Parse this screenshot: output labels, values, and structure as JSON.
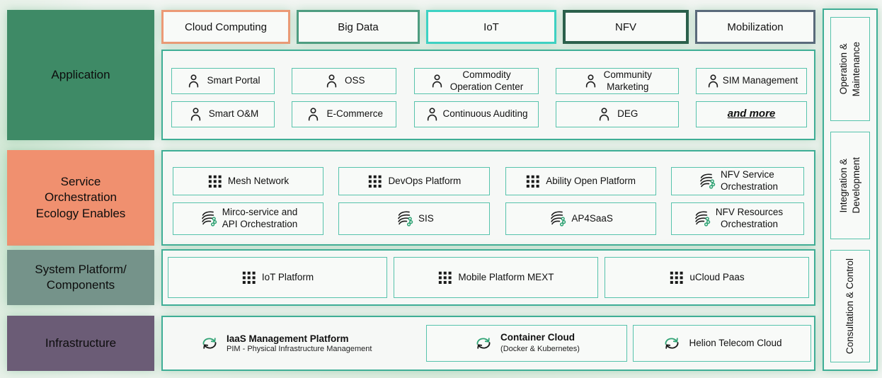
{
  "colors": {
    "container_border": "#3FAE96",
    "item_border": "#57C3AC",
    "cloud_computing_border": "#EC9A76",
    "big_data_border": "#4E9D81",
    "iot_border": "#3DD2C4",
    "nfv_border": "#2B5F4B",
    "mobilization_border": "#5A6A7B",
    "application_block": "#3E8A66",
    "service_block": "#F0906F",
    "system_block": "#75938A",
    "infrastructure_block": "#6B5C76",
    "flow_icon_accent": "#2FA374",
    "cloud_icon_accent": "#2FA374"
  },
  "left_column": {
    "items": [
      {
        "label": "Application",
        "bg": "#3E8A66"
      },
      {
        "label": "Service\nOrchestration\nEcology Enables",
        "bg": "#F0906F"
      },
      {
        "label": "System Platform/\nComponents",
        "bg": "#75938A"
      },
      {
        "label": "Infrastructure",
        "bg": "#6B5C76"
      }
    ]
  },
  "top_row": {
    "items": [
      {
        "label": "Cloud Computing",
        "border": "#EC9A76"
      },
      {
        "label": "Big Data",
        "border": "#4E9D81"
      },
      {
        "label": "IoT",
        "border": "#3DD2C4"
      },
      {
        "label": "NFV",
        "border": "#2B5F4B"
      },
      {
        "label": "Mobilization",
        "border": "#5A6A7B"
      }
    ]
  },
  "application": {
    "items": [
      {
        "label": "Smart Portal",
        "icon": "person-icon"
      },
      {
        "label": "OSS",
        "icon": "person-icon"
      },
      {
        "label": "Commodity\nOperation Center",
        "icon": "person-icon"
      },
      {
        "label": "Community\nMarketing",
        "icon": "person-icon"
      },
      {
        "label": "SIM Management",
        "icon": "person-icon"
      },
      {
        "label": "Smart O&M",
        "icon": "person-icon"
      },
      {
        "label": "E-Commerce",
        "icon": "person-icon"
      },
      {
        "label": "Continuous Auditing",
        "icon": "person-icon"
      },
      {
        "label": "DEG",
        "icon": "person-icon"
      },
      {
        "label": "and more",
        "icon": "none"
      }
    ]
  },
  "service": {
    "items": [
      {
        "label": "Mesh Network",
        "icon": "grid-dots-icon"
      },
      {
        "label": "DevOps Platform",
        "icon": "grid-dots-icon"
      },
      {
        "label": "Ability Open Platform",
        "icon": "grid-dots-icon"
      },
      {
        "label": "NFV Service\nOrchestration",
        "icon": "flow-icon"
      },
      {
        "label": "Mirco-service and\nAPI Orchestration",
        "icon": "flow-icon"
      },
      {
        "label": "SIS",
        "icon": "flow-icon"
      },
      {
        "label": "AP4SaaS",
        "icon": "flow-icon"
      },
      {
        "label": "NFV Resources\nOrchestration",
        "icon": "flow-icon"
      }
    ]
  },
  "system": {
    "items": [
      {
        "label": "IoT Platform",
        "icon": "grid-dots-icon"
      },
      {
        "label": "Mobile Platform MEXT",
        "icon": "grid-dots-icon"
      },
      {
        "label": "uCloud Paas",
        "icon": "grid-dots-icon"
      }
    ]
  },
  "infrastructure": {
    "items": [
      {
        "title": "IaaS Management Platform",
        "subtitle": "PIM - Physical Infrastructure Management",
        "icon": "cloud-sync-icon"
      },
      {
        "title": "Container Cloud",
        "subtitle": "(Docker & Kubernetes)",
        "icon": "cloud-sync-icon"
      },
      {
        "title": "Helion Telecom Cloud",
        "subtitle": "",
        "icon": "cloud-sync-icon"
      }
    ]
  },
  "right_column": {
    "items": [
      {
        "label": "Operation &\nMaintenance"
      },
      {
        "label": "Integration &\nDevelopment"
      },
      {
        "label": "Consultation & Control"
      }
    ]
  }
}
